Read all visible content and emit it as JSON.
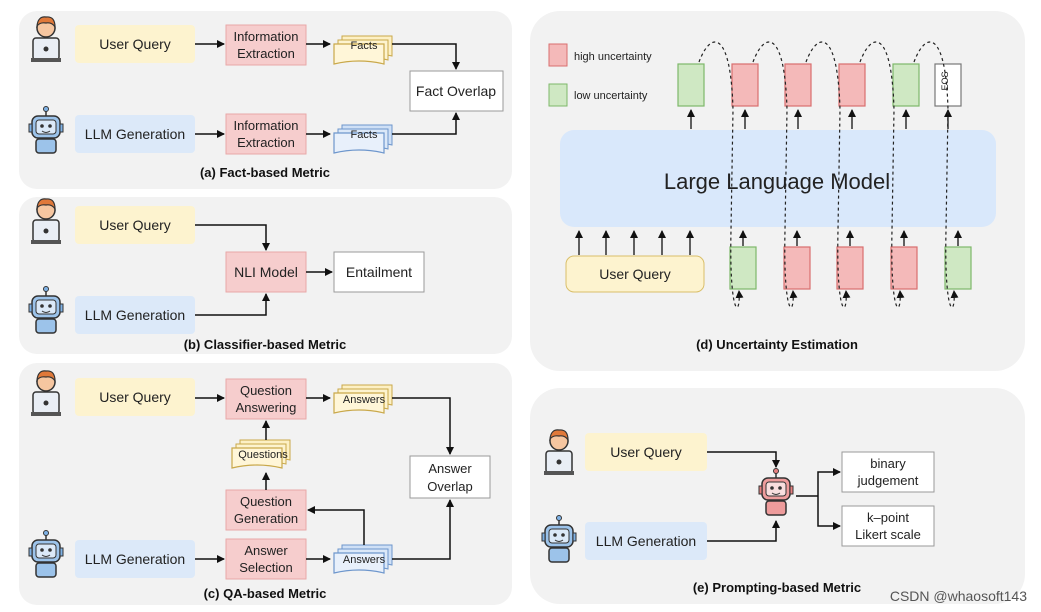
{
  "colors": {
    "panel_bg": "#f2f2f2",
    "query_fill": "#fdf3cf",
    "generation_fill": "#dce9f9",
    "model_fill": "#f6cdcd",
    "model_stroke": "#e8a8a8",
    "high_uncertainty": "#f4b9b9",
    "high_uncertainty_stroke": "#d96f6f",
    "low_uncertainty": "#cfe8c3",
    "low_uncertainty_stroke": "#7eb86a",
    "llm_fill": "#d9e8fb",
    "output_box_stroke": "#9a9a9a"
  },
  "icons": [
    "person-laptop-icon",
    "robot-icon",
    "robot-judge-icon"
  ],
  "panel_a": {
    "caption": "(a) Fact-based Metric",
    "user_query": "User Query",
    "llm_generation": "LLM Generation",
    "info_extraction_line1": "Information",
    "info_extraction_line2": "Extraction",
    "facts": "Facts",
    "fact_overlap": "Fact Overlap"
  },
  "panel_b": {
    "caption": "(b) Classifier-based Metric",
    "user_query": "User Query",
    "llm_generation": "LLM Generation",
    "nli_model": "NLI Model",
    "entailment": "Entailment"
  },
  "panel_c": {
    "caption": "(c) QA-based Metric",
    "user_query": "User Query",
    "llm_generation": "LLM Generation",
    "qa_line1": "Question",
    "qa_line2": "Answering",
    "answers": "Answers",
    "questions": "Questions",
    "qg_line1": "Question",
    "qg_line2": "Generation",
    "as_line1": "Answer",
    "as_line2": "Selection",
    "overlap_line1": "Answer",
    "overlap_line2": "Overlap"
  },
  "panel_d": {
    "caption": "(d) Uncertainty Estimation",
    "legend_high": "high uncertainty",
    "legend_low": "low uncertainty",
    "llm": "Large Language Model",
    "user_query": "User Query",
    "eos": "EOS",
    "output_tokens": [
      "low",
      "high",
      "high",
      "high",
      "low",
      "eos"
    ],
    "input_tokens": [
      "low",
      "high",
      "high",
      "high",
      "low"
    ]
  },
  "panel_e": {
    "caption": "(e) Prompting-based Metric",
    "user_query": "User Query",
    "llm_generation": "LLM Generation",
    "out1_line1": "binary",
    "out1_line2": "judgement",
    "out2_line1": "k–point",
    "out2_line2": "Likert scale"
  },
  "watermark": "CSDN @whaosoft143"
}
